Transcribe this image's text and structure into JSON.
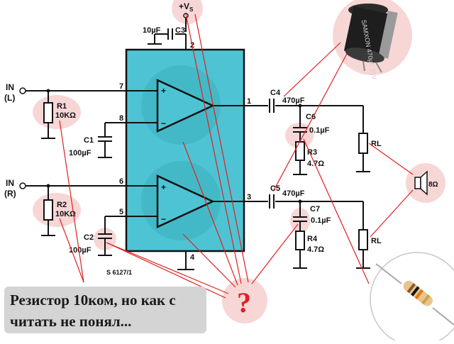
{
  "labels": {
    "vs": "+V",
    "vs_sub": "S",
    "c3": "C3",
    "c3_val": "10µF",
    "pin2": "2",
    "in_l": "IN",
    "in_l2": "(L)",
    "in_r": "IN",
    "in_r2": "(R)",
    "r1": "R1",
    "r1_val": "10KΩ",
    "r2": "R2",
    "r2_val": "10KΩ",
    "c1": "C1",
    "c1_val": "100µF",
    "c2": "C2",
    "c2_val": "100µF",
    "pin7": "7",
    "pin8": "8",
    "pin6": "6",
    "pin5": "5",
    "pin1": "1",
    "pin3": "3",
    "pin4": "4",
    "c4": "C4",
    "c4_val": "470µF",
    "c5": "C5",
    "c5_val": "470µF",
    "c6": "C6",
    "c6_val": "0.1µF",
    "c7": "C7",
    "c7_val": "0.1µF",
    "r3": "R3",
    "r3_val": "4.7Ω",
    "r4": "R4",
    "r4_val": "4.7Ω",
    "rl_top": "RL",
    "rl_bottom": "RL",
    "speaker": "8Ω",
    "chip_code": "S 6127/1",
    "question": "?",
    "cap_text": "SAMXON 470µF 25V"
  },
  "caption": {
    "line1": "Резистор 10ком, но как с",
    "line2": "читать не понял..."
  },
  "colors": {
    "chip": "#4ec3d3",
    "highlight": "#f6cfcf",
    "annotation": "#e02020",
    "caption_bg": "#d4d4d4"
  }
}
